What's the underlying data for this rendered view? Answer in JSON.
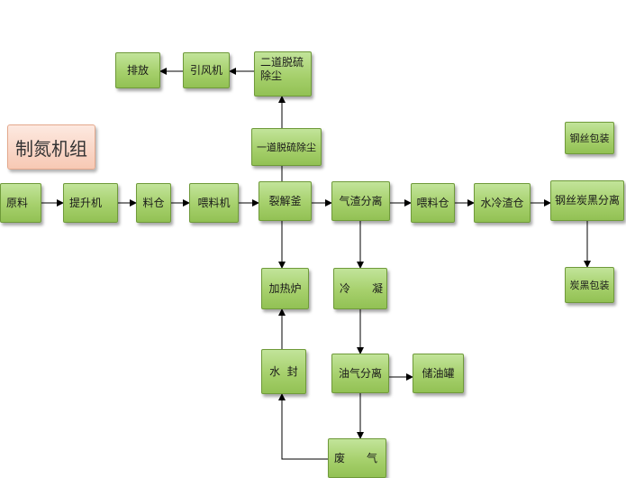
{
  "title": "制氮机组",
  "nodes": {
    "raw": "原料",
    "elevator": "提升机",
    "bin": "料仓",
    "feeder": "喂料机",
    "reactor": "裂解釜",
    "gas_slag_sep": "气渣分离",
    "feed_bin2": "喂料仓",
    "water_slag_bin": "水冷渣仓",
    "wire_carbon_sep": "钢丝炭黑分离",
    "wire_pack": "钢丝包装",
    "carbon_pack": "炭黑包装",
    "desulf1": "一道脱硫除尘",
    "desulf2": "二道脱硫\n除尘",
    "fan": "引风机",
    "exhaust": "排放",
    "furnace": "加热炉",
    "condense": "冷　　凝",
    "water_seal": "水  封",
    "oil_gas_sep": "油气分离",
    "oil_tank": "储油罐",
    "waste_gas": "废　　气"
  }
}
